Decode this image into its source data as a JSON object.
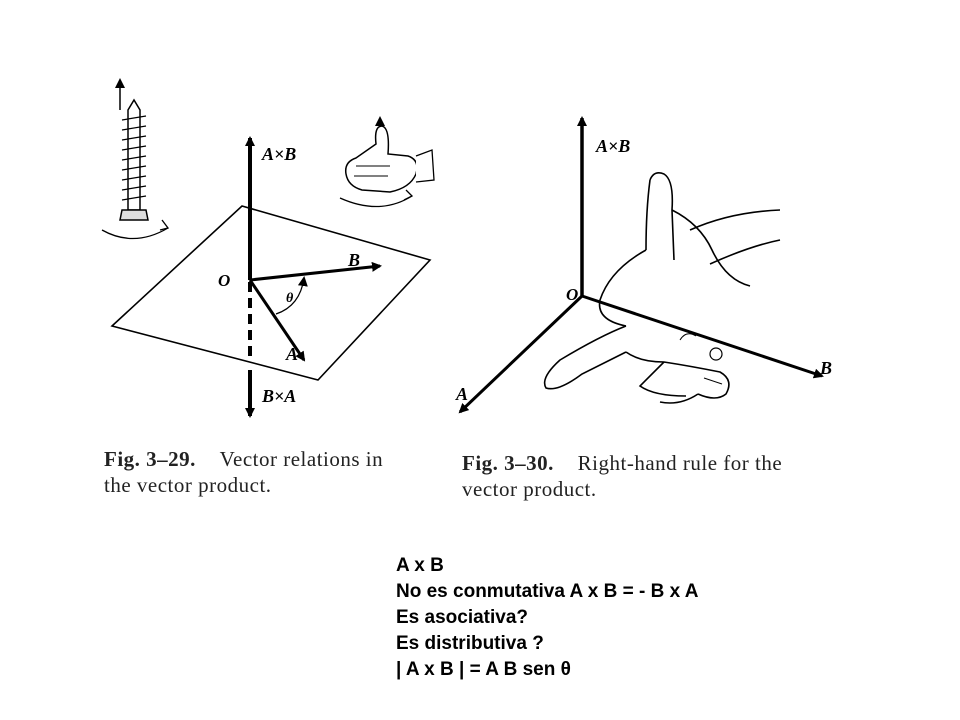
{
  "figure_left": {
    "labels": {
      "axb": "A×B",
      "bxa": "B×A",
      "b": "B",
      "a": "A",
      "o": "O",
      "theta": "θ"
    },
    "caption_number": "Fig. 3–29.",
    "caption_text_1": "Vector relations in",
    "caption_text_2": "the vector product."
  },
  "figure_right": {
    "labels": {
      "axb": "A×B",
      "o": "O",
      "b": "B",
      "a": "A"
    },
    "caption_number": "Fig. 3–30.",
    "caption_text_1": "Right-hand rule for the",
    "caption_text_2": "vector product."
  },
  "notes": {
    "line1": "A x B",
    "line2": "No es conmutativa A x B = - B x A",
    "line3": "Es asociativa?",
    "line4": "Es distributiva ?",
    "line5": "| A x B | = A B sen θ"
  }
}
